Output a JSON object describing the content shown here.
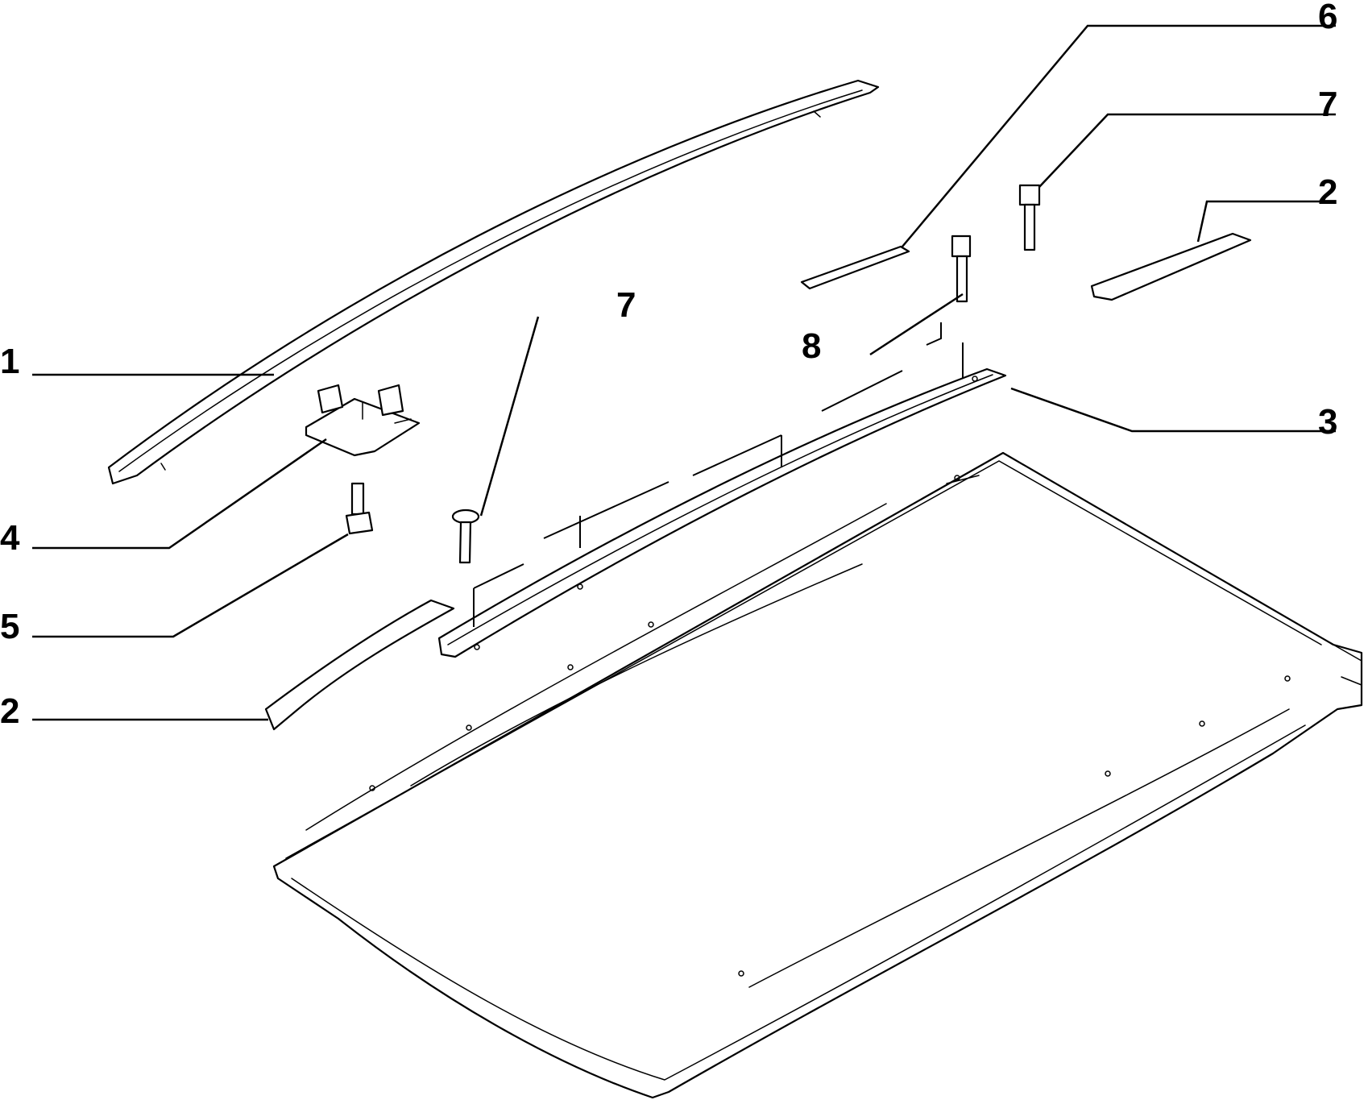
{
  "callouts": {
    "c1": "1",
    "c2_left": "2",
    "c2_right": "2",
    "c3": "3",
    "c4": "4",
    "c5": "5",
    "c6": "6",
    "c7_top": "7",
    "c7_mid": "7",
    "c8": "8"
  },
  "colors": {
    "line": "#000000",
    "background": "#ffffff"
  }
}
